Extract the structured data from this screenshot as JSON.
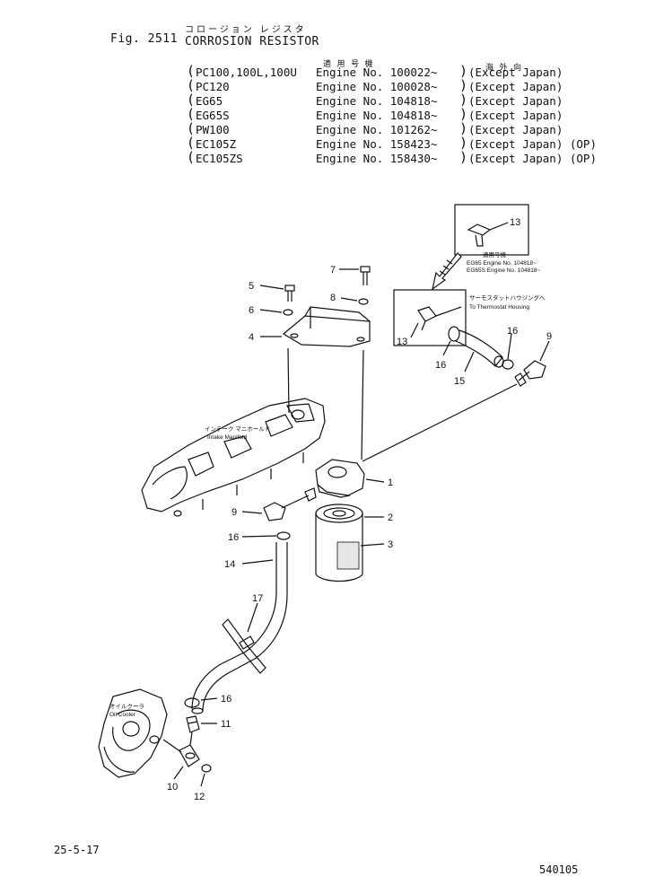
{
  "header": {
    "fig_label": "Fig. 2511",
    "title_jp": "コロージョン レジスタ",
    "title_en": "CORROSION RESISTOR",
    "col_applicable_jp": "適 用 号 機",
    "col_overseas_jp": "海 外 向"
  },
  "applicability": [
    {
      "model": "PC100,100L,100U",
      "engine": "Engine No. 100022~",
      "market": "(Except Japan)"
    },
    {
      "model": "PC120",
      "engine": "Engine No. 100028~",
      "market": "(Except Japan)"
    },
    {
      "model": "EG65",
      "engine": "Engine No. 104818~",
      "market": "(Except Japan)"
    },
    {
      "model": "EG65S",
      "engine": "Engine No. 104818~",
      "market": "(Except Japan)"
    },
    {
      "model": "PW100",
      "engine": "Engine No. 101262~",
      "market": "(Except Japan)"
    },
    {
      "model": "EC105Z",
      "engine": "Engine No. 158423~",
      "market": "(Except Japan) (OP)"
    },
    {
      "model": "EC105ZS",
      "engine": "Engine No. 158430~",
      "market": "(Except Japan) (OP)"
    }
  ],
  "inset": {
    "applicable_jp": "適用号機",
    "line1": "EG65  Engine No. 104818~",
    "line2": "EG65S Engine No. 104818~"
  },
  "annotations": {
    "thermostat_jp": "サーモスタットハウジングへ",
    "thermostat_en": "To Thermostat Housing",
    "intake_jp": "インテーク マニホールド",
    "intake_en": "Intake Manifold",
    "oilcooler_jp": "オイルクーラ",
    "oilcooler_en": "Oil Cooler"
  },
  "callouts": {
    "c1": "1",
    "c2": "2",
    "c3": "3",
    "c4": "4",
    "c5": "5",
    "c6": "6",
    "c7": "7",
    "c8": "8",
    "c9a": "9",
    "c9b": "9",
    "c10": "10",
    "c11": "11",
    "c12": "12",
    "c13a": "13",
    "c13b": "13",
    "c14": "14",
    "c15": "15",
    "c16a": "16",
    "c16b": "16",
    "c16c": "16",
    "c16d": "16",
    "c17": "17"
  },
  "footer": {
    "date": "25-5-17",
    "code": "540105"
  }
}
